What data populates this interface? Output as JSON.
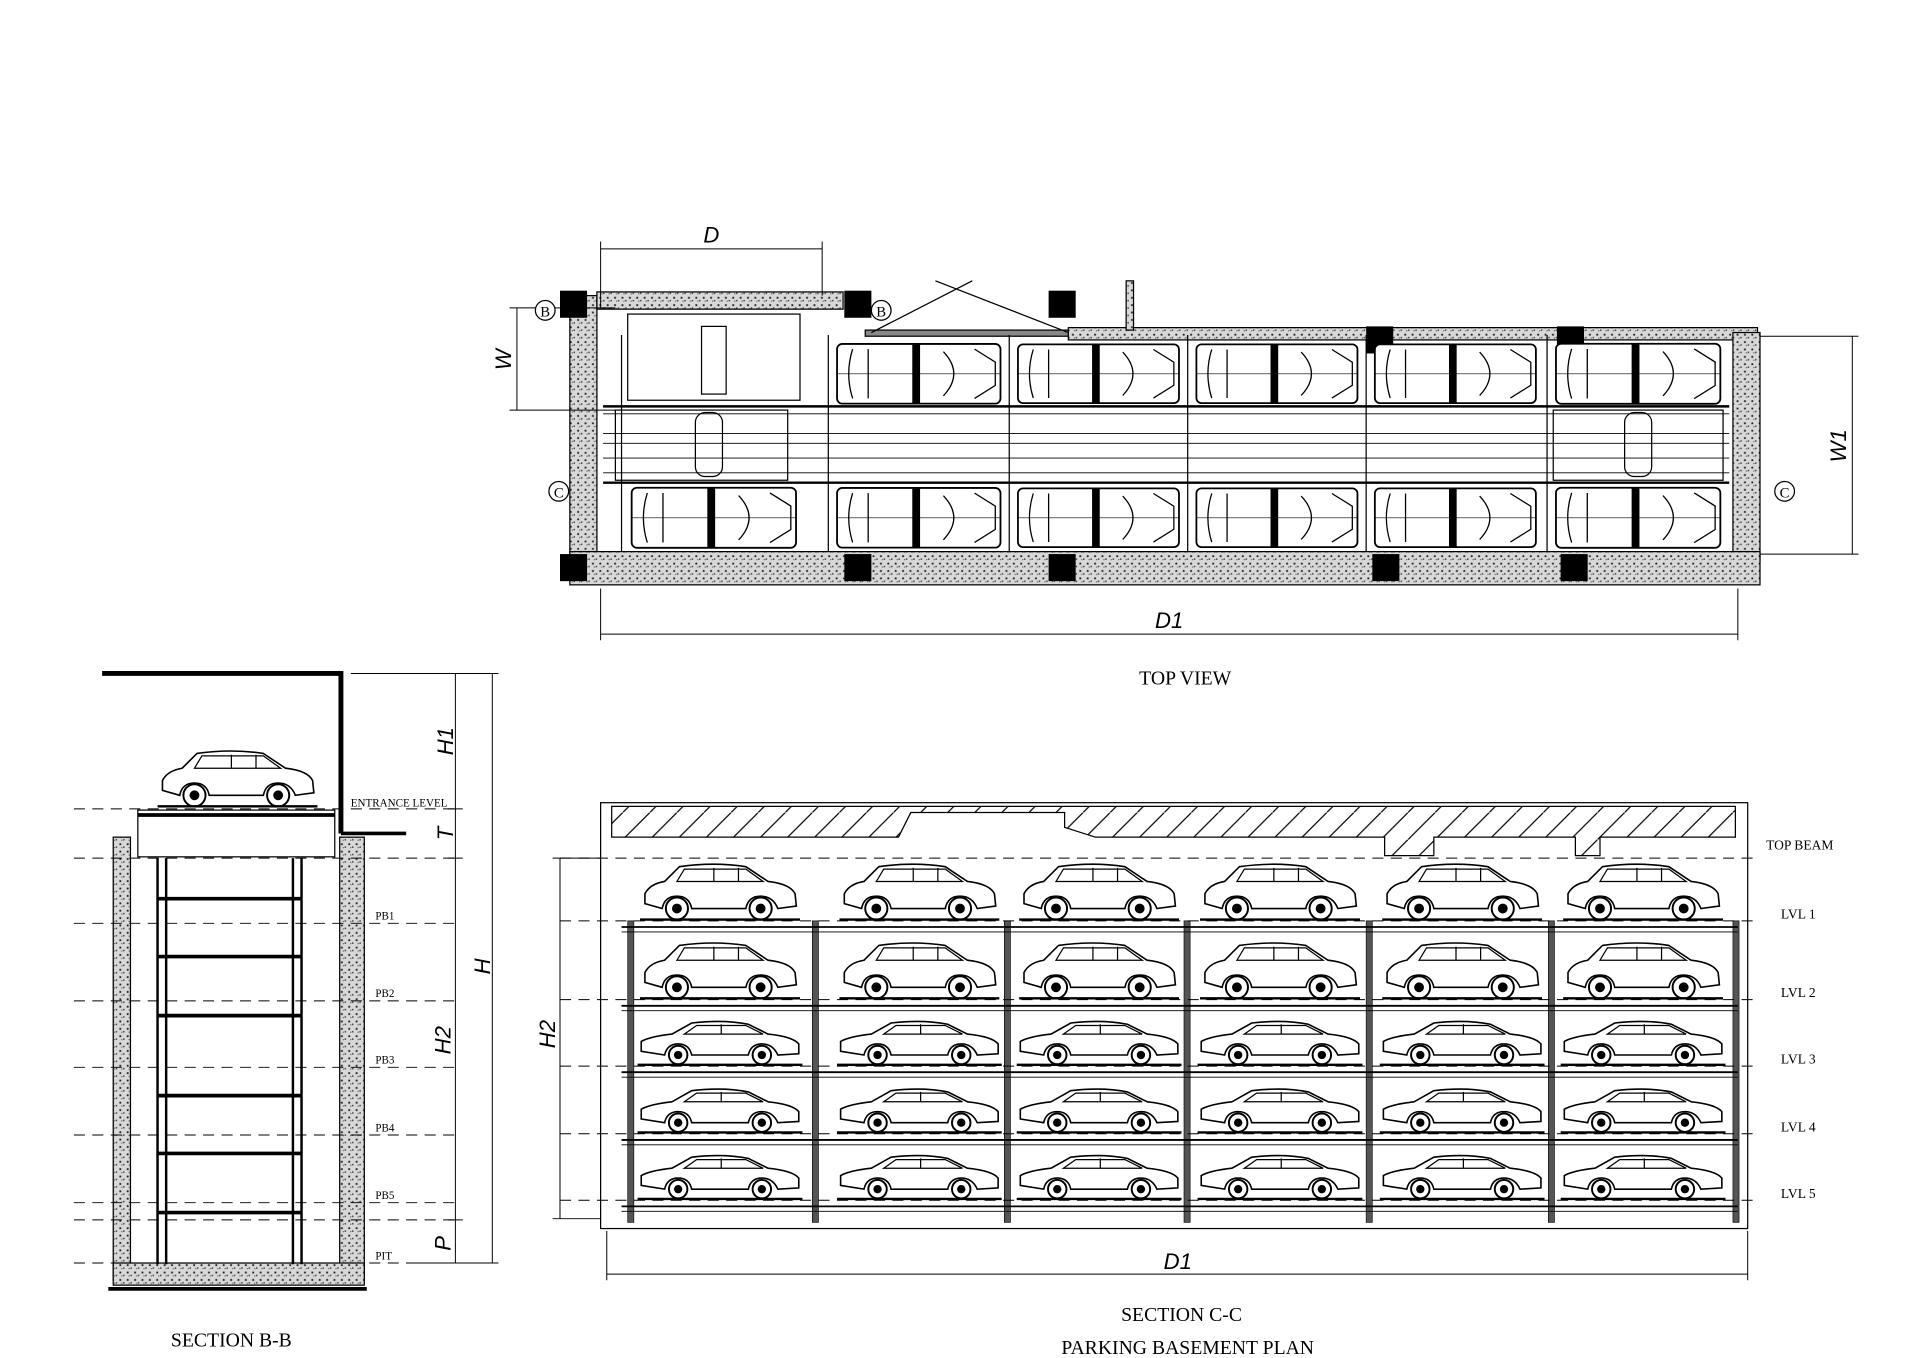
{
  "top_view": {
    "title": "TOP VIEW",
    "dim_d": "D",
    "dim_w": "W",
    "dim_w1": "W1",
    "dim_d1": "D1",
    "section_marker_b": "B",
    "section_marker_c": "C",
    "bays_per_row": 6
  },
  "section_bb": {
    "title": "SECTION B-B",
    "entrance_level": "ENTRANCE LEVEL",
    "levels": [
      "PB1",
      "PB2",
      "PB3",
      "PB4",
      "PB5"
    ],
    "pit": "PIT",
    "dims": {
      "h1": "H1",
      "t": "T",
      "h2": "H2",
      "p": "P",
      "h": "H"
    }
  },
  "section_cc": {
    "title": "SECTION C-C",
    "subtitle": "PARKING BASEMENT PLAN",
    "top_beam": "TOP BEAM",
    "levels": [
      "LVL 1",
      "LVL 2",
      "LVL 3",
      "LVL 4",
      "LVL 5"
    ],
    "level_car_types": [
      "suv",
      "suv",
      "sedan",
      "sedan",
      "sedan"
    ],
    "bays": 6,
    "dim_h2": "H2",
    "dim_d1": "D1"
  }
}
